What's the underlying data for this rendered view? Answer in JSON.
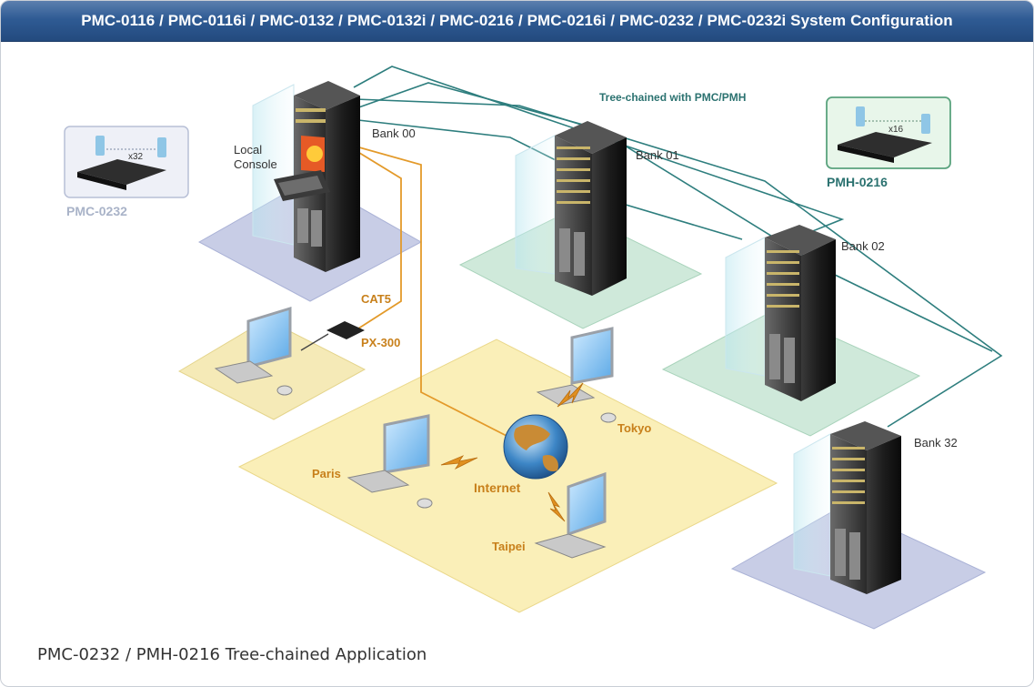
{
  "title": "PMC-0116 / PMC-0116i / PMC-0132 / PMC-0132i / PMC-0216 / PMC-0216i / PMC-0232 / PMC-0232i System Configuration",
  "caption": "PMC-0232 / PMH-0216 Tree-chained Application",
  "labels": {
    "tree_chained": "Tree-chained with PMC/PMH",
    "bank00": "Bank 00",
    "bank01": "Bank 01",
    "bank02": "Bank 02",
    "bank32": "Bank 32",
    "local": "Local",
    "console": "Console",
    "pmc0232": "PMC-0232",
    "pmh0216": "PMH-0216",
    "x32": "x32",
    "x16": "x16",
    "cat5": "CAT5",
    "px300": "PX-300",
    "internet": "Internet",
    "paris": "Paris",
    "tokyo": "Tokyo",
    "taipei": "Taipei"
  },
  "colors": {
    "title_bar": "#2f5b94",
    "teal_line": "#2e7e7e",
    "orange_line": "#e39a2a",
    "label_orange": "#c8801b",
    "label_teal": "#2b7270"
  }
}
